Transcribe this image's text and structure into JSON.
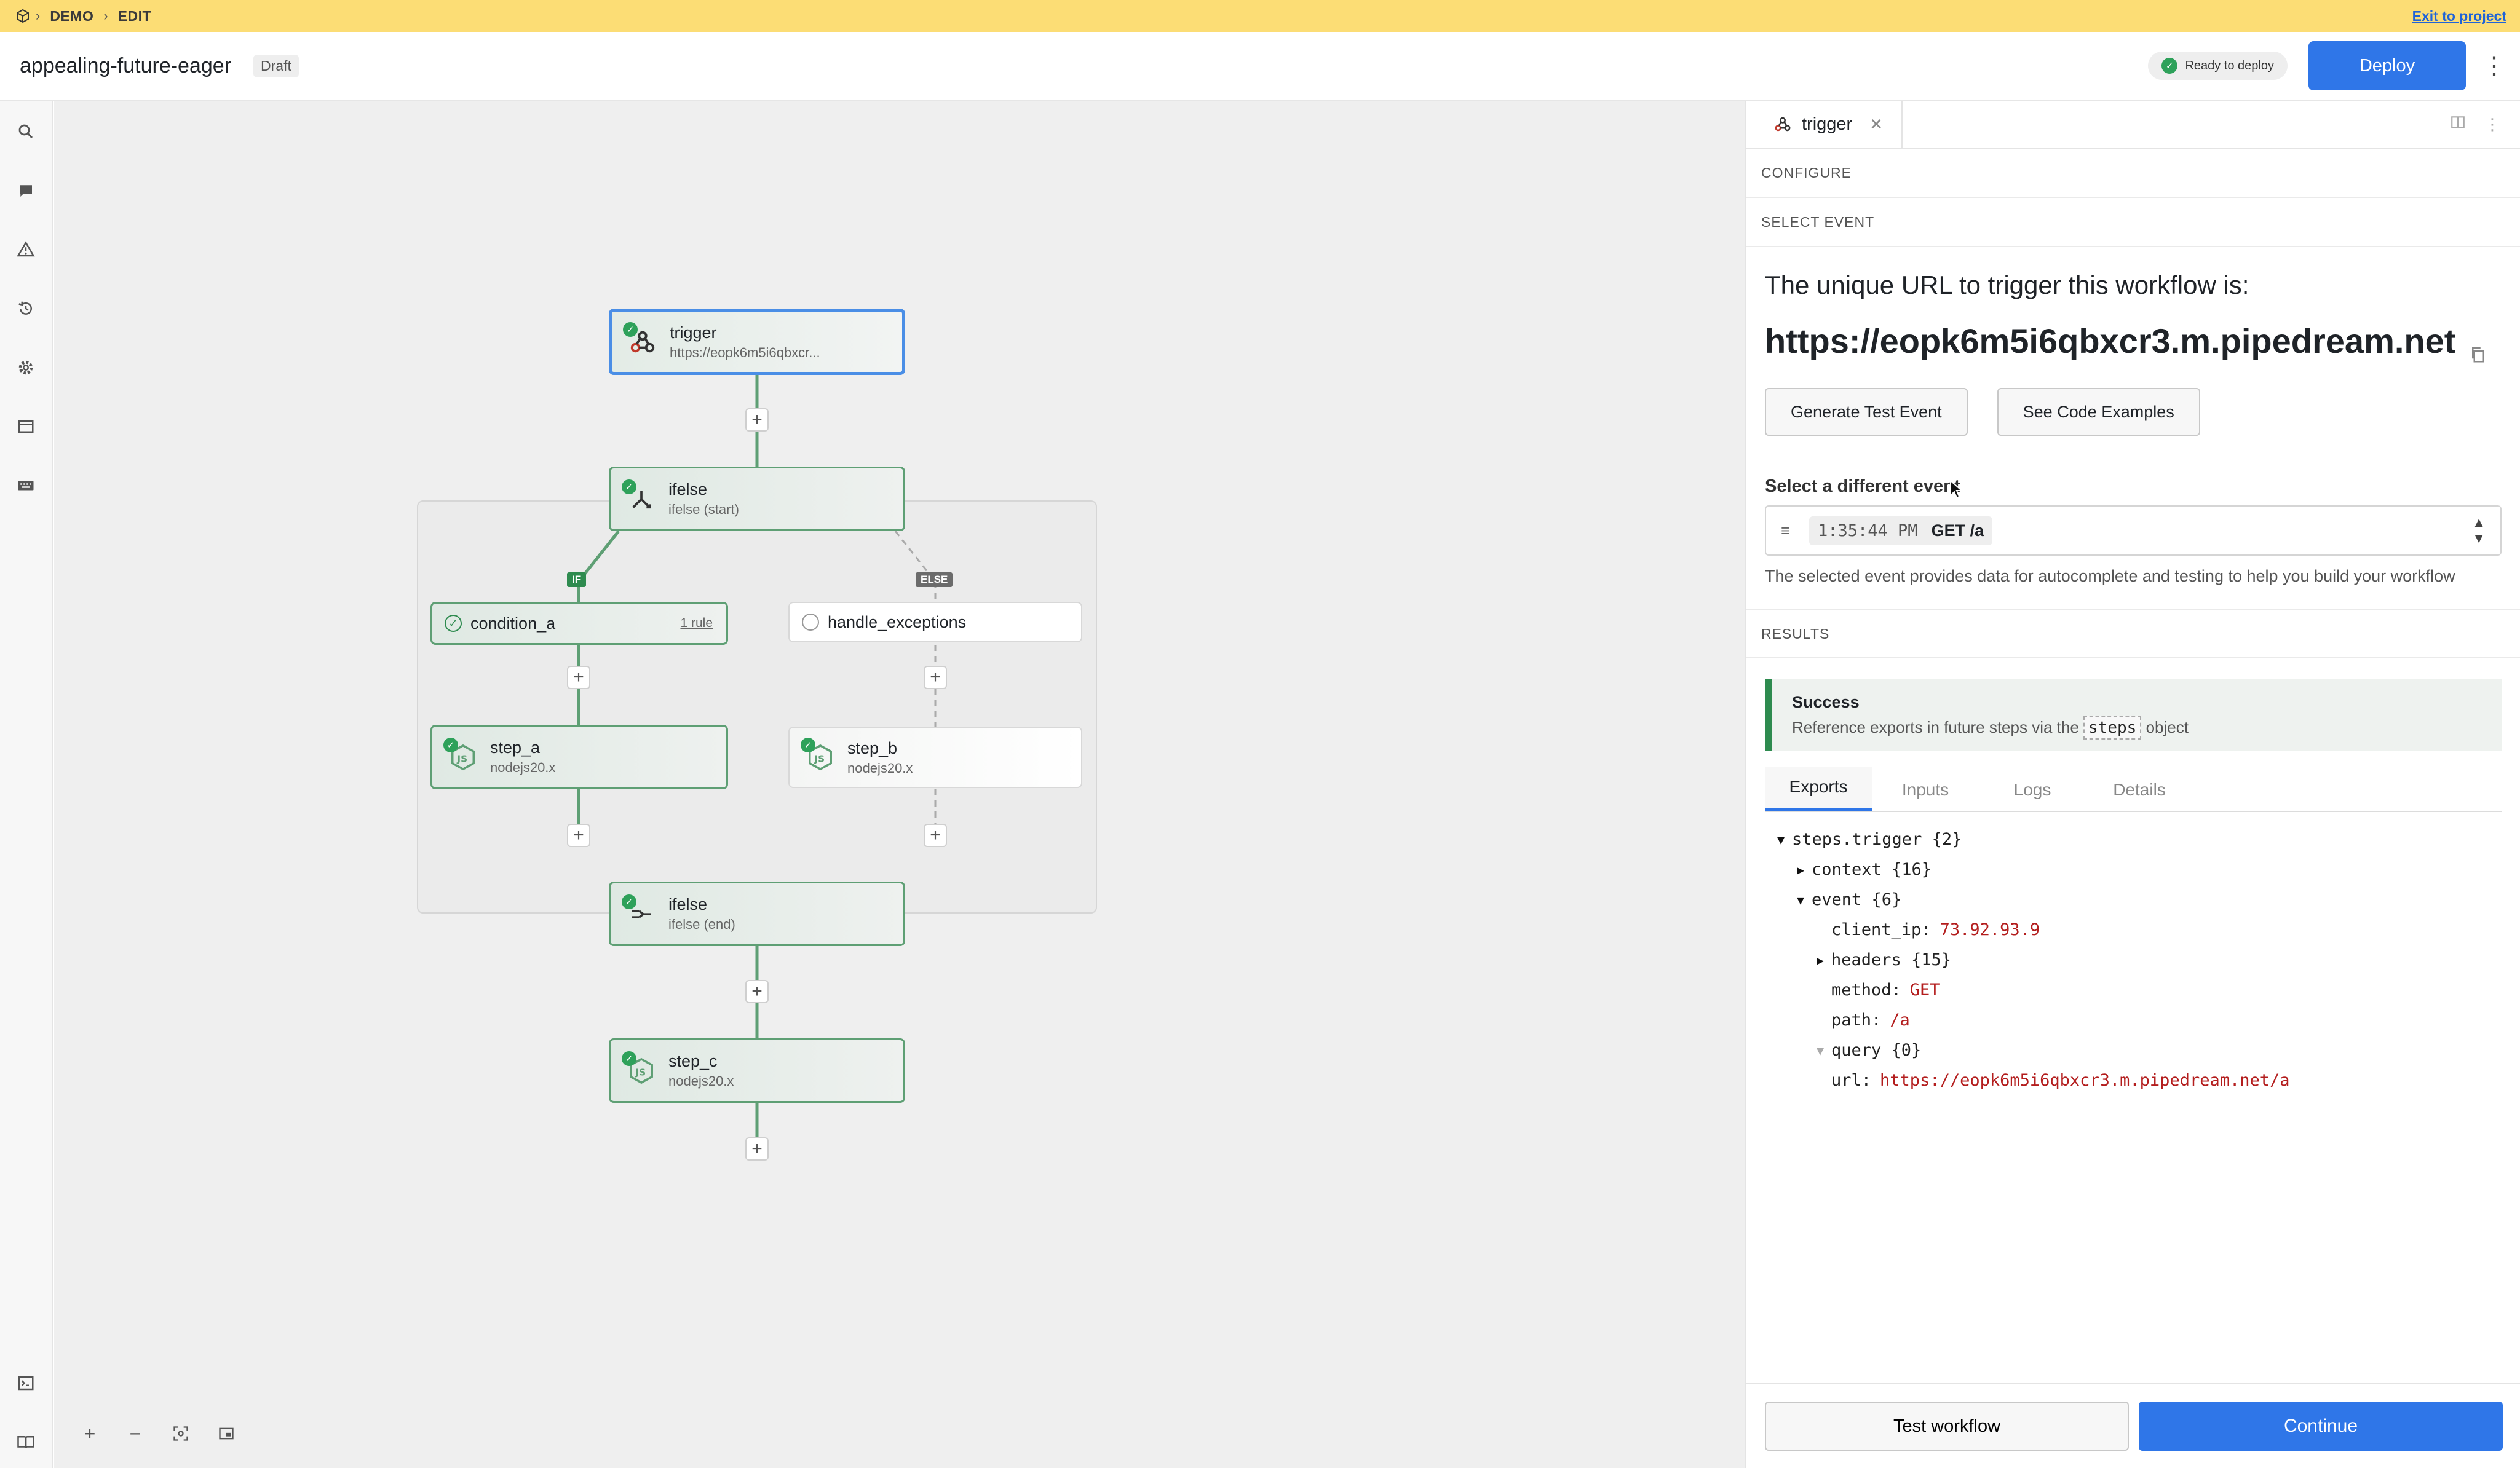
{
  "banner": {
    "crumbs": [
      "DEMO",
      "EDIT"
    ],
    "exit_label": "Exit to project"
  },
  "header": {
    "workflow_name": "appealing-future-eager",
    "draft_badge": "Draft",
    "status": "Ready to deploy",
    "deploy_label": "Deploy"
  },
  "sidebar": {
    "icons": [
      "search-icon",
      "chat-icon",
      "warning-icon",
      "history-icon",
      "settings-icon",
      "window-icon",
      "keyboard-icon",
      "terminal-icon",
      "book-icon"
    ]
  },
  "canvas": {
    "nodes": {
      "trigger": {
        "title": "trigger",
        "sub": "https://eopk6m5i6qbxcr..."
      },
      "ifelse_start": {
        "title": "ifelse",
        "sub": "ifelse (start)"
      },
      "condition_a": {
        "title": "condition_a",
        "rule": "1 rule"
      },
      "handle_exceptions": {
        "title": "handle_exceptions"
      },
      "step_a": {
        "title": "step_a",
        "sub": "nodejs20.x"
      },
      "step_b": {
        "title": "step_b",
        "sub": "nodejs20.x"
      },
      "ifelse_end": {
        "title": "ifelse",
        "sub": "ifelse (end)"
      },
      "step_c": {
        "title": "step_c",
        "sub": "nodejs20.x"
      }
    },
    "badges": {
      "if": "IF",
      "else": "ELSE"
    },
    "zoom": {
      "in": "+",
      "out": "−"
    }
  },
  "panel": {
    "tab_label": "trigger",
    "configure_label": "CONFIGURE",
    "select_event_label": "SELECT EVENT",
    "lead": "The unique URL to trigger this workflow is:",
    "url": "https://eopk6m5i6qbxcr3.m.pipedream.net",
    "generate_btn": "Generate Test Event",
    "examples_btn": "See Code Examples",
    "different_event_label": "Select a different event",
    "event_time": "1:35:44 PM",
    "event_req": "GET /a",
    "helper": "The selected event provides data for autocomplete and testing to help you build your workflow",
    "results_label": "RESULTS",
    "success_title": "Success",
    "success_pre": "Reference exports in future steps via the",
    "success_code": "steps",
    "success_post": "object",
    "tabs": [
      "Exports",
      "Inputs",
      "Logs",
      "Details"
    ],
    "tree": {
      "root": "steps.trigger {2}",
      "context": "context {16}",
      "event": "event {6}",
      "client_ip_key": "client_ip:",
      "client_ip_val": "73.92.93.9",
      "headers": "headers {15}",
      "method_key": "method:",
      "method_val": "GET",
      "path_key": "path:",
      "path_val": "/a",
      "query": "query {0}",
      "url_key": "url:",
      "url_val": "https://eopk6m5i6qbxcr3.m.pipedream.net/a"
    },
    "test_btn": "Test workflow",
    "continue_btn": "Continue"
  }
}
